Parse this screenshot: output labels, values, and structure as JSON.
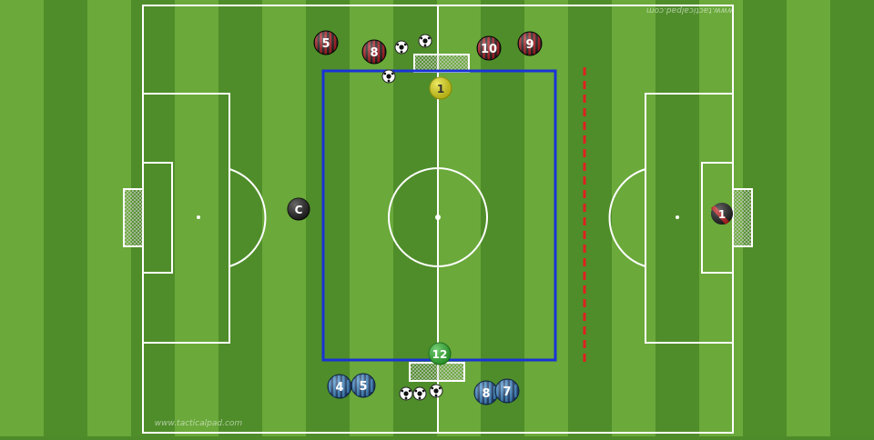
{
  "watermark_top": "www.tacticalpad.com",
  "watermark_bottom": "www.tacticalpad.com",
  "coach": {
    "label": "C",
    "color": "#1a1a1a"
  },
  "keepers": [
    {
      "number": "1",
      "color": "#e6e010",
      "team": "yellow"
    },
    {
      "number": "12",
      "color": "#2db82d",
      "team": "green"
    },
    {
      "number": "1",
      "color": "#c41a1a",
      "team": "red-black"
    }
  ],
  "red_players": [
    "5",
    "8",
    "10",
    "9"
  ],
  "blue_players": [
    "4",
    "5",
    "8",
    "7"
  ],
  "colors": {
    "grass_light": "#6aa93a",
    "grass_dark": "#4f8d2a",
    "field_lines": "#ffffff",
    "drill_box": "#1a33d6",
    "dashed_line": "#e02020",
    "red_team": "#b5161b",
    "blue_team": "#3d8fd1"
  },
  "icons": [
    "soccer-ball-icon",
    "goal-net-icon"
  ]
}
